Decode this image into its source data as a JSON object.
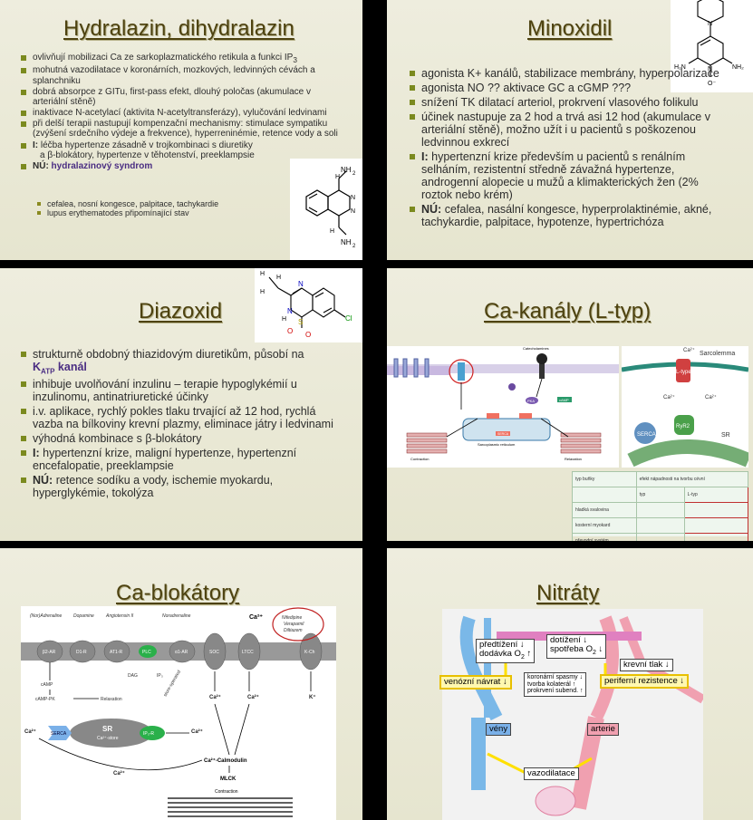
{
  "slides": {
    "hydralazin": {
      "title": "Hydralazin, dihydralazin",
      "b1_pre": "ovlivňují mobilizaci Ca ze sarkoplazmatického retikula a funkci IP",
      "b1_sub": "3",
      "b2": "mohutná vazodilatace v koronárních, mozkových, ledvinných cévách a splanchniku",
      "b3": "dobrá absorpce z GITu, first-pass efekt, dlouhý poločas (akumulace v arteriální stěně)",
      "b4": "inaktivace N-acetylací (aktivita N-acetyltransferázy), vylučování ledvinami",
      "b5": "při delší terapii nastupují kompenzační mechanismy: stimulace sympatiku (zvýšení srdečního výdeje a frekvence), hyperreninémie, retence vody a soli",
      "b6_label": "I:",
      "b6_line1": " léčba hypertenze zásadně v trojkombinaci s diuretiky",
      "b6_line2": "a β-blokátory, hypertenze v těhotenství, preeklampsie",
      "b7_label": "NÚ:",
      "b7_text": " hydralazinový syndrom",
      "sub1": "cefalea, nosní kongesce, palpitace, tachykardie",
      "sub2": "lupus erythematodes připomínající stav",
      "mol_nh": "NH",
      "mol_h": "H",
      "mol_n": "N",
      "mol_2": "2"
    },
    "minoxidil": {
      "title": "Minoxidil",
      "b1": "agonista K+ kanálů, stabilizace membrány, hyperpolarizace",
      "b2": "agonista NO ?? aktivace GC a cGMP ???",
      "b3": "snížení TK dilatací arteriol, prokrvení vlasového folikulu",
      "b4": "účinek nastupuje za 2 hod a trvá asi 12 hod (akumulace v arteriální stěně), možno užít i u pacientů s poškozenou ledvinnou exkrecí",
      "b5_label": "I:",
      "b5_text": " hypertenzní krize především u pacientů s renálním selháním, rezistentní středně závažná hypertenze, androgenní alopecie u mužů a klimakterických žen (2% roztok nebo krém)",
      "b6_label": "NÚ:",
      "b6_text": " cefalea, nasální kongesce, hyperprolaktinémie, akné, tachykardie, palpitace, hypotenze, hypertrichóza",
      "mol_h2n": "H₂N",
      "mol_nh2": "NH₂",
      "mol_n": "N",
      "mol_o": "O⁻"
    },
    "diazoxid": {
      "title": "Diazoxid",
      "b1_pre": "strukturně obdobný thiazidovým diuretikům, působí na",
      "b1_k": "K",
      "b1_sub": "ATP",
      "b1_post": " kanál",
      "b2": "inhibuje uvolňování inzulinu – terapie hypoglykémií u inzulinomu, antinatriuretické účinky",
      "b3": "i.v. aplikace, rychlý pokles tlaku trvající až 12 hod, rychlá vazba na bílkoviny krevní plazmy, eliminace játry i ledvinami",
      "b4": "výhodná kombinace s β-blokátory",
      "b5_label": "I:",
      "b5_text": " hypertenzní krize, maligní hypertenze, hypertenzní encefalopatie, preeklampsie",
      "b6_label": "NÚ:",
      "b6_text": " retence sodíku a vody, ischemie myokardu, hyperglykémie, tokolýza",
      "mol_cl": "Cl",
      "mol_h": "H",
      "mol_n": "N",
      "mol_s": "S",
      "mol_o": "O"
    },
    "cakanaly": {
      "title": "Ca-kanály (L-typ)",
      "sarcolemma": "Sarcolemma",
      "ltype": "L-type",
      "ryr2": "RyR2",
      "serca": "SERCA",
      "sr": "SR",
      "ca": "Ca²⁺",
      "diag_catecholamines": "Catecholamines",
      "diag_sr": "Sarcoplasmic reticulum",
      "diag_contraction": "Contraction",
      "diag_relaxation": "Relaxation",
      "diag_pka": "PKA",
      "diag_camp": "cAMP",
      "diag_serca": "SERCA",
      "table_h1": "typ buňky",
      "table_h2": "efekt nápadnosti na tvorbu cévní",
      "table_h3": "typ",
      "table_h4": "L-typ",
      "table_r1": "hladká svalovina",
      "table_r2": "kosterní myokard",
      "table_r3": "převodní systém"
    },
    "cablokatory": {
      "title": "Ca-blokátory",
      "ligands": [
        "(Nor)Adrenaline",
        "Dopamine",
        "Angiotensin II",
        "Noradrenaline"
      ],
      "receptors": [
        "β2-AR",
        "D1-R",
        "AT1-R",
        "α1-AR",
        "SOC",
        "LTCC",
        "K-Ch"
      ],
      "plc": "PLC",
      "camp": "cAMP",
      "campk": "cAMP-PK",
      "relax": "Relaxation",
      "dag": "DAG",
      "ip3": "IP₃",
      "sr": "SR",
      "ca_store": "Ca²⁺-store",
      "serca": "SERCA",
      "ip3r": "IP₃-R",
      "ca": "Ca²⁺",
      "k": "K⁺",
      "calmod": "Ca²⁺-Calmodulin",
      "mlck": "MLCK",
      "contraction": "Contraction",
      "circle": [
        "Nifedipine",
        "Verapamil",
        "Diltiazem"
      ],
      "store_op": "store-operated"
    },
    "nitraty": {
      "title": "Nitráty",
      "predtizeni": "předtížení ↓",
      "davka_pre": "dodávka O",
      "davka_post": " ↑",
      "dotizeni": "dotížení ↓",
      "spotreba_pre": "spotřeba O",
      "spotreba_post": " ↓",
      "koron1": "koronární spasmy ↓",
      "koron2": "tvorba kolaterál ↑",
      "koron3": "prokrvení subend. ↑",
      "krevni": "krevní tlak ↓",
      "venozni": "venózní návrat ↓",
      "periferni": "periferní rezistence ↓",
      "veny": "vény",
      "arterie": "arterie",
      "vazodilatace": "vazodilatace",
      "o2_sub": "2"
    }
  }
}
